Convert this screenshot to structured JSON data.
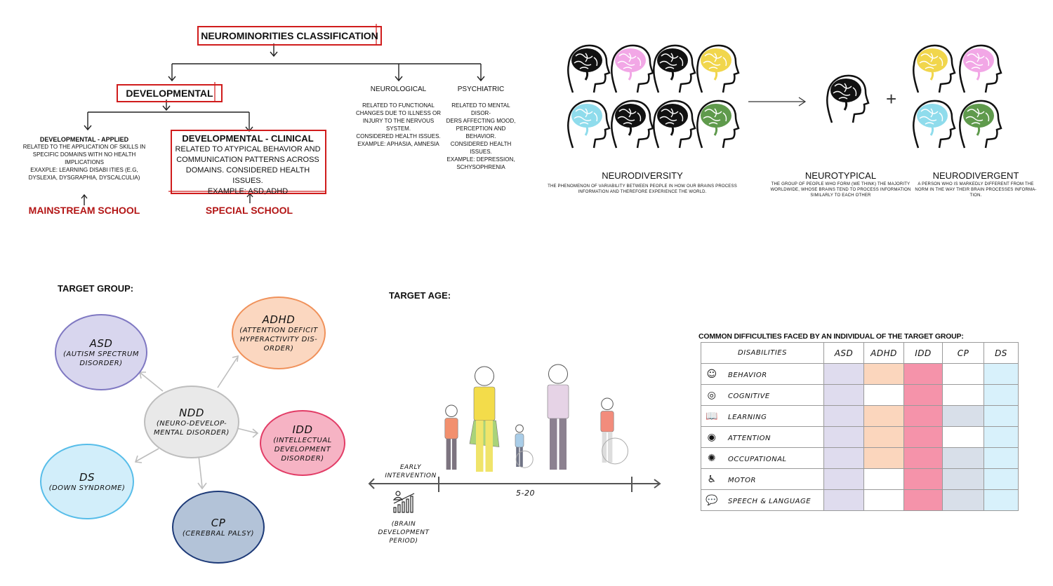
{
  "classification": {
    "title": "NEUROMINORITIES CLASSIFICATION",
    "developmental": "DEVELOPMENTAL",
    "applied": {
      "heading": "DEVELOPMENTAL - APPLIED",
      "lines": [
        "RELATED TO THE APPLICATION OF SKILLS IN",
        "SPECIFIC DOMAINS WITH NO HEALTH",
        "IMPLICATIONS",
        "EXAXPLE: LEARNING DISABI ITIES (E.G,",
        "DYSLEXIA, DYSGRAPHIA, DYSCALCULIA)"
      ],
      "school": "MAINSTREAM SCHOOL"
    },
    "clinical": {
      "heading": "DEVELOPMENTAL - CLINICAL",
      "lines": [
        "RELATED TO ATYPICAL BEHAVIOR AND",
        "COMMUNICATION PATTERNS ACROSS",
        "DOMAINS. CONSIDERED HEALTH ISSUES.",
        "EXAMPLE: ASD,ADHD"
      ],
      "school": "SPECIAL SCHOOL"
    },
    "neurological": {
      "heading": "NEUROLOGICAL",
      "lines": [
        "RELATED TO FUNCTIONAL",
        "CHANGES DUE TO ILLNESS OR",
        "INJURY TO THE NERVOUS SYSTEM.",
        "CONSIDERED HEALTH ISSUES.",
        "EXAMPLE: APHASIA, AMNESIA"
      ]
    },
    "psychiatric": {
      "heading": "PSYCHIATRIC",
      "lines": [
        "RELATED TO MENTAL DISOR-",
        "DERS AFFECTING MOOD,",
        "PERCEPTION AND BEHAVIOR.",
        "CONSIDERED HEALTH ISSUES.",
        "EXAMPLE: DEPRESSION,",
        "SCHYSOPHRENIA"
      ]
    }
  },
  "neurodiversity": {
    "brain_colors": [
      "#111111",
      "#f2a7e6",
      "#111111",
      "#f1d64c",
      "#8fdcec",
      "#111111",
      "#111111",
      "#5f9a4c"
    ],
    "neurotypical_color": "#111111",
    "neurodivergent_colors": [
      "#f1d64c",
      "#f2a7e6",
      "#8fdcec",
      "#5f9a4c"
    ],
    "plus": "+",
    "neurodiversity": {
      "title": "NEURODIVERSITY",
      "desc": "THE PHENOMENON OF VARIABILITY BETWEEN PEOPLE IN HOW OUR BRAINS PROCESS INFORMATION AND THEREFORE EXPERIENCE THE WORLD."
    },
    "neurotypical": {
      "title": "NEUROTYPICAL",
      "desc": "THE GROUP OF PEOPLE WHO FORM (WE THINK) THE MAJORITY WORLDWIDE, WHOSE BRAINS TEND TO PROCESS INFORMATION SIMILARLY TO EACH OTHER"
    },
    "neurodivergent": {
      "title": "NEURODIVERGENT",
      "desc": "A PERSON WHO IS MARKEDLY DIFFERENT FROM THE NORM IN THE WAY THEIR BRAIN PROCESSES INFORMA-TION."
    }
  },
  "target_group": {
    "label": "TARGET GROUP:",
    "center": {
      "abbr": "NDD",
      "full": "(NEURO-DEVELOP-MENTAL DISORDER)"
    },
    "groups": {
      "asd": {
        "abbr": "ASD",
        "full": "(AUTISM SPECTRUM DISORDER)"
      },
      "adhd": {
        "abbr": "ADHD",
        "full": "(ATTENTION DEFICIT HYPERACTIVITY DIS-ORDER)"
      },
      "idd": {
        "abbr": "IDD",
        "full": "(INTELLECTUAL DEVELOPMENT DISORDER)"
      },
      "ds": {
        "abbr": "DS",
        "full": "(DOWN SYNDROME)"
      },
      "cp": {
        "abbr": "CP",
        "full": "(CEREBRAL PALSY)"
      }
    }
  },
  "target_age": {
    "label": "TARGET AGE:",
    "early": "EARLY INTERVENTION",
    "range": "5-20",
    "brain_period": "(BRAIN DEVELOPMENT PERIOD)",
    "figure_colors": [
      "#f2906e",
      "#f3dc4a",
      "#a9cde8",
      "#e6d3e6",
      "#f28c7c"
    ]
  },
  "difficulties": {
    "title": "COMMON DIFFICULTIES FACED BY AN INDIVIDUAL OF THE TARGET GROUP:",
    "header": "DISABILITIES",
    "columns": [
      {
        "name": "ASD",
        "color": "#dfdcee"
      },
      {
        "name": "ADHD",
        "color": "#fbd6bd"
      },
      {
        "name": "IDD",
        "color": "#f593aa"
      },
      {
        "name": "CP",
        "color": "#d8dfe9"
      },
      {
        "name": "DS",
        "color": "#d8f1fb"
      }
    ],
    "rows": [
      {
        "label": "BEHAVIOR",
        "icon": "behavior-faces-icon",
        "glyph": "☺",
        "marks": [
          1,
          1,
          1,
          0,
          1
        ]
      },
      {
        "label": "COGNITIVE",
        "icon": "cognitive-head-icon",
        "glyph": "◎",
        "marks": [
          1,
          0,
          1,
          0,
          1
        ]
      },
      {
        "label": "LEARNING",
        "icon": "open-book-icon",
        "glyph": "📖",
        "marks": [
          1,
          1,
          1,
          1,
          1
        ]
      },
      {
        "label": "ATTENTION",
        "icon": "attention-target-icon",
        "glyph": "◉",
        "marks": [
          1,
          1,
          1,
          0,
          1
        ]
      },
      {
        "label": "OCCUPATIONAL",
        "icon": "occupational-plate-icon",
        "glyph": "✺",
        "marks": [
          1,
          1,
          1,
          1,
          1
        ]
      },
      {
        "label": "MOTOR",
        "icon": "wheelchair-icon",
        "glyph": "♿",
        "marks": [
          1,
          0,
          1,
          1,
          1
        ]
      },
      {
        "label": "SPEECH & LANGUAGE",
        "icon": "speech-bubbles-icon",
        "glyph": "💬",
        "marks": [
          1,
          0,
          1,
          1,
          1
        ]
      }
    ]
  }
}
